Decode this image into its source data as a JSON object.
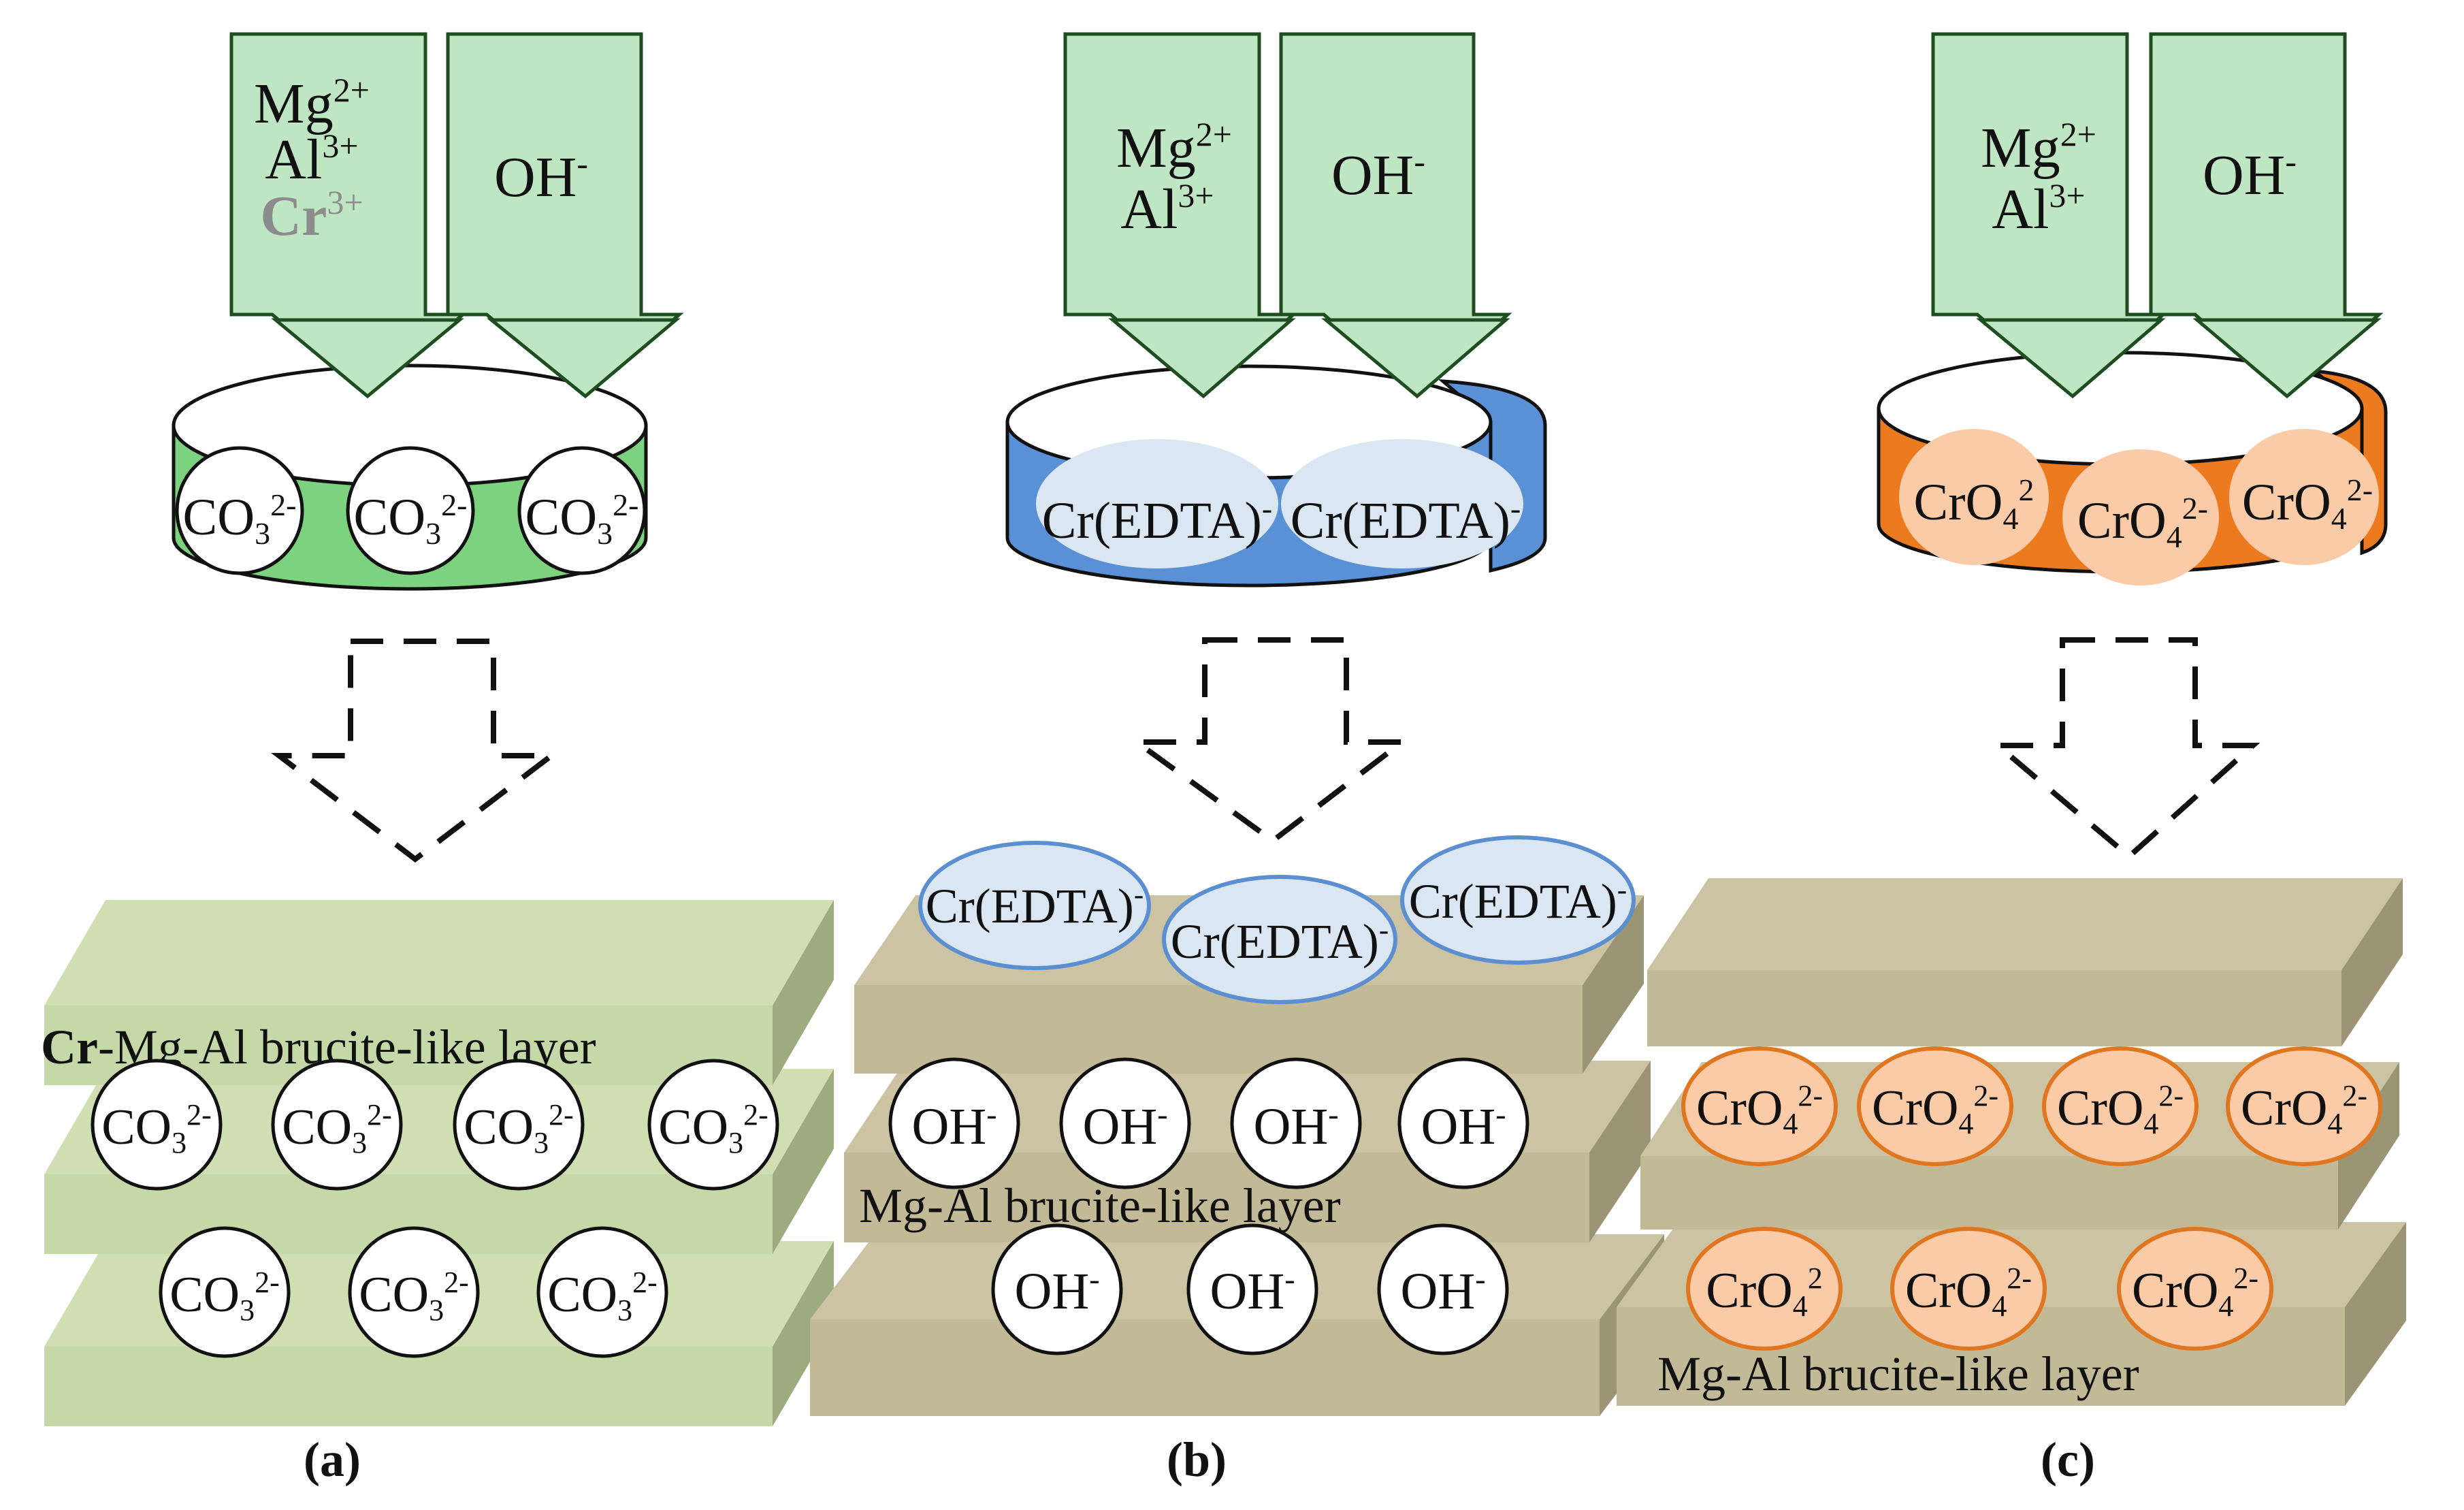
{
  "colors": {
    "feed_fill": "#bfe6c2",
    "feed_stroke": "#1e4e20",
    "beaker_a": "#7dd27f",
    "beaker_b": "#5a90d6",
    "beaker_c": "#ec7a1e",
    "ellipse_b_fill": "#dbe6f3",
    "ellipse_b_stroke": "#5b8fd2",
    "ellipse_c_fill": "#fbcaa6",
    "ellipse_c_stroke": "#e0761f",
    "slab_a_top": "#cfdfb1",
    "slab_a_front": "#c5d9a8",
    "slab_a_side": "#9cac7e",
    "slab_bc_top": "#cbc3a2",
    "slab_bc_front": "#c2ba97",
    "slab_bc_side": "#9b9475",
    "cr_gray": "#8c8c8c"
  },
  "panels": [
    {
      "id": "a",
      "label": "(a)",
      "feed_left": [
        {
          "base": "Mg",
          "sup": "2+"
        },
        {
          "base": "Al",
          "sup": "3+"
        },
        {
          "base": "Cr",
          "sup": "3+",
          "style": "gray-bold"
        }
      ],
      "feed_right": [
        {
          "base": "OH",
          "sup": "-"
        }
      ],
      "beaker_ions": [
        {
          "base": "CO",
          "sub": "3",
          "sup": "2-"
        },
        {
          "base": "CO",
          "sub": "3",
          "sup": "2-"
        },
        {
          "base": "CO",
          "sub": "3",
          "sup": "2-"
        }
      ],
      "layer_label_bold": "Cr",
      "layer_label_rest": "-Mg-Al brucite-like layer",
      "row1_ions": [
        {
          "base": "CO",
          "sub": "3",
          "sup": "2-"
        },
        {
          "base": "CO",
          "sub": "3",
          "sup": "2-"
        },
        {
          "base": "CO",
          "sub": "3",
          "sup": "2-"
        },
        {
          "base": "CO",
          "sub": "3",
          "sup": "2-"
        }
      ],
      "row2_ions": [
        {
          "base": "CO",
          "sub": "3",
          "sup": "2-"
        },
        {
          "base": "CO",
          "sub": "3",
          "sup": "2-"
        },
        {
          "base": "CO",
          "sub": "3",
          "sup": "2-"
        }
      ]
    },
    {
      "id": "b",
      "label": "(b)",
      "feed_left": [
        {
          "base": "Mg",
          "sup": "2+"
        },
        {
          "base": "Al",
          "sup": "3+"
        }
      ],
      "feed_right": [
        {
          "base": "OH",
          "sup": "-"
        }
      ],
      "beaker_ions": [
        {
          "base": "Cr(EDTA)",
          "sup": "-"
        },
        {
          "base": "Cr(EDTA)",
          "sup": "-"
        }
      ],
      "top_ions": [
        {
          "base": "Cr(EDTA)",
          "sup": "-"
        },
        {
          "base": "Cr(EDTA)",
          "sup": "-"
        },
        {
          "base": "Cr(EDTA)",
          "sup": "-"
        }
      ],
      "row1_ions": [
        {
          "base": "OH",
          "sup": "-"
        },
        {
          "base": "OH",
          "sup": "-"
        },
        {
          "base": "OH",
          "sup": "-"
        },
        {
          "base": "OH",
          "sup": "-"
        }
      ],
      "layer_label": "Mg-Al brucite-like layer",
      "row2_ions": [
        {
          "base": "OH",
          "sup": "-"
        },
        {
          "base": "OH",
          "sup": "-"
        },
        {
          "base": "OH",
          "sup": "-"
        }
      ]
    },
    {
      "id": "c",
      "label": "(c)",
      "feed_left": [
        {
          "base": "Mg",
          "sup": "2+"
        },
        {
          "base": "Al",
          "sup": "3+"
        }
      ],
      "feed_right": [
        {
          "base": "OH",
          "sup": "-"
        }
      ],
      "beaker_ions": [
        {
          "base": "CrO",
          "sub": "4",
          "sup": "2"
        },
        {
          "base": "CrO",
          "sub": "4",
          "sup": "2-"
        },
        {
          "base": "CrO",
          "sub": "4",
          "sup": "2-"
        }
      ],
      "row1_ions": [
        {
          "base": "CrO",
          "sub": "4",
          "sup": "2-"
        },
        {
          "base": "CrO",
          "sub": "4",
          "sup": "2-"
        },
        {
          "base": "CrO",
          "sub": "4",
          "sup": "2-"
        },
        {
          "base": "CrO",
          "sub": "4",
          "sup": "2-"
        }
      ],
      "row2_ions": [
        {
          "base": "CrO",
          "sub": "4",
          "sup": "2"
        },
        {
          "base": "CrO",
          "sub": "4",
          "sup": "2-"
        },
        {
          "base": "CrO",
          "sub": "4",
          "sup": "2-"
        }
      ],
      "layer_label": "Mg-Al brucite-like layer"
    }
  ]
}
